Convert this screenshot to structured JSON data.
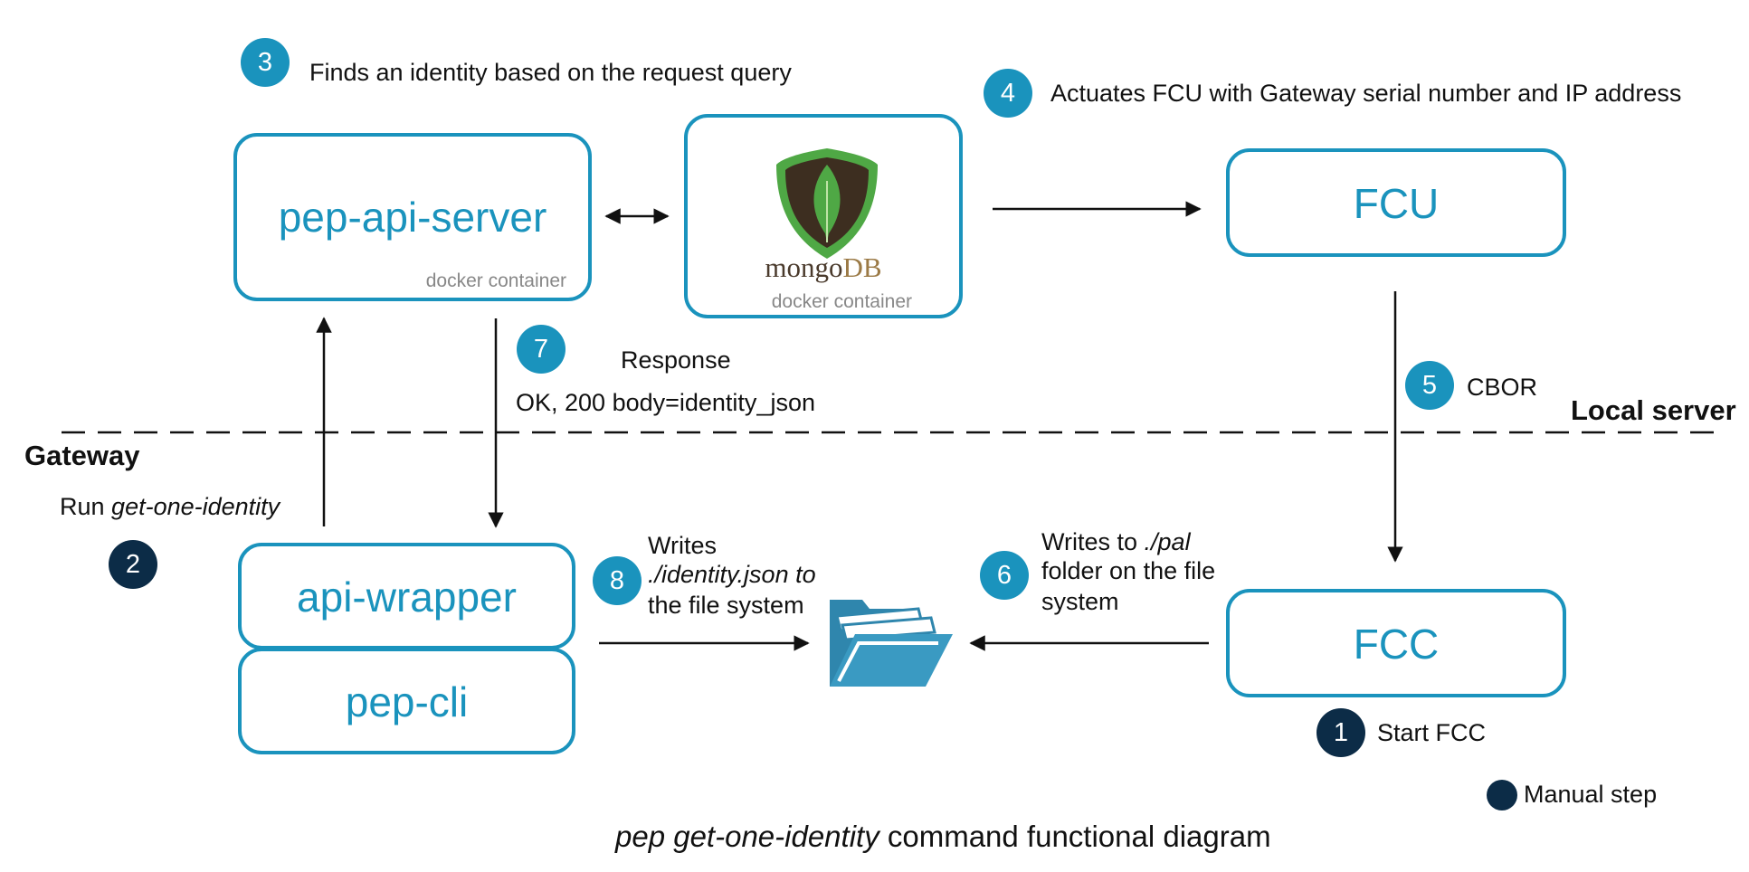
{
  "boxes": {
    "pep_api_server": {
      "title": "pep-api-server",
      "sub": "docker container"
    },
    "mongodb": {
      "logo_text_mongo": "mongo",
      "logo_text_db": "DB",
      "sub": "docker container"
    },
    "fcu": {
      "title": "FCU"
    },
    "fcc": {
      "title": "FCC"
    },
    "api_wrapper": {
      "title": "api-wrapper"
    },
    "pep_cli": {
      "title": "pep-cli"
    }
  },
  "steps": [
    {
      "num": "1",
      "type": "manual",
      "label": "Start FCC"
    },
    {
      "num": "2",
      "type": "manual",
      "label_prefix": "Run ",
      "label_italic": "get-one-identity"
    },
    {
      "num": "3",
      "type": "auto",
      "label": "Finds an identity based on the request query"
    },
    {
      "num": "4",
      "type": "auto",
      "label": "Actuates FCU with Gateway serial number and IP address"
    },
    {
      "num": "5",
      "type": "auto",
      "label": "CBOR"
    },
    {
      "num": "6",
      "type": "auto",
      "label_line1_prefix": "Writes to ",
      "label_line1_italic": "./pal",
      "label_line2": "folder on the file",
      "label_line3": "system"
    },
    {
      "num": "7",
      "type": "auto",
      "label_line1": "Response",
      "label_line2": "OK, 200 body=identity_json"
    },
    {
      "num": "8",
      "type": "auto",
      "label_line1": "Writes",
      "label_line2_italic": "./identity.json to",
      "label_line3": "the file system"
    }
  ],
  "zones": {
    "gateway": "Gateway",
    "local_server": "Local server"
  },
  "legend": {
    "label": "Manual step"
  },
  "caption": {
    "italic": "pep get-one-identity",
    "rest": " command functional diagram"
  },
  "colors": {
    "accent": "#1a93bd",
    "manual": "#0c2c47",
    "folder": "#2f86ad",
    "mongo_leaf": "#4fa845",
    "mongo_shield": "#3d2e20"
  }
}
